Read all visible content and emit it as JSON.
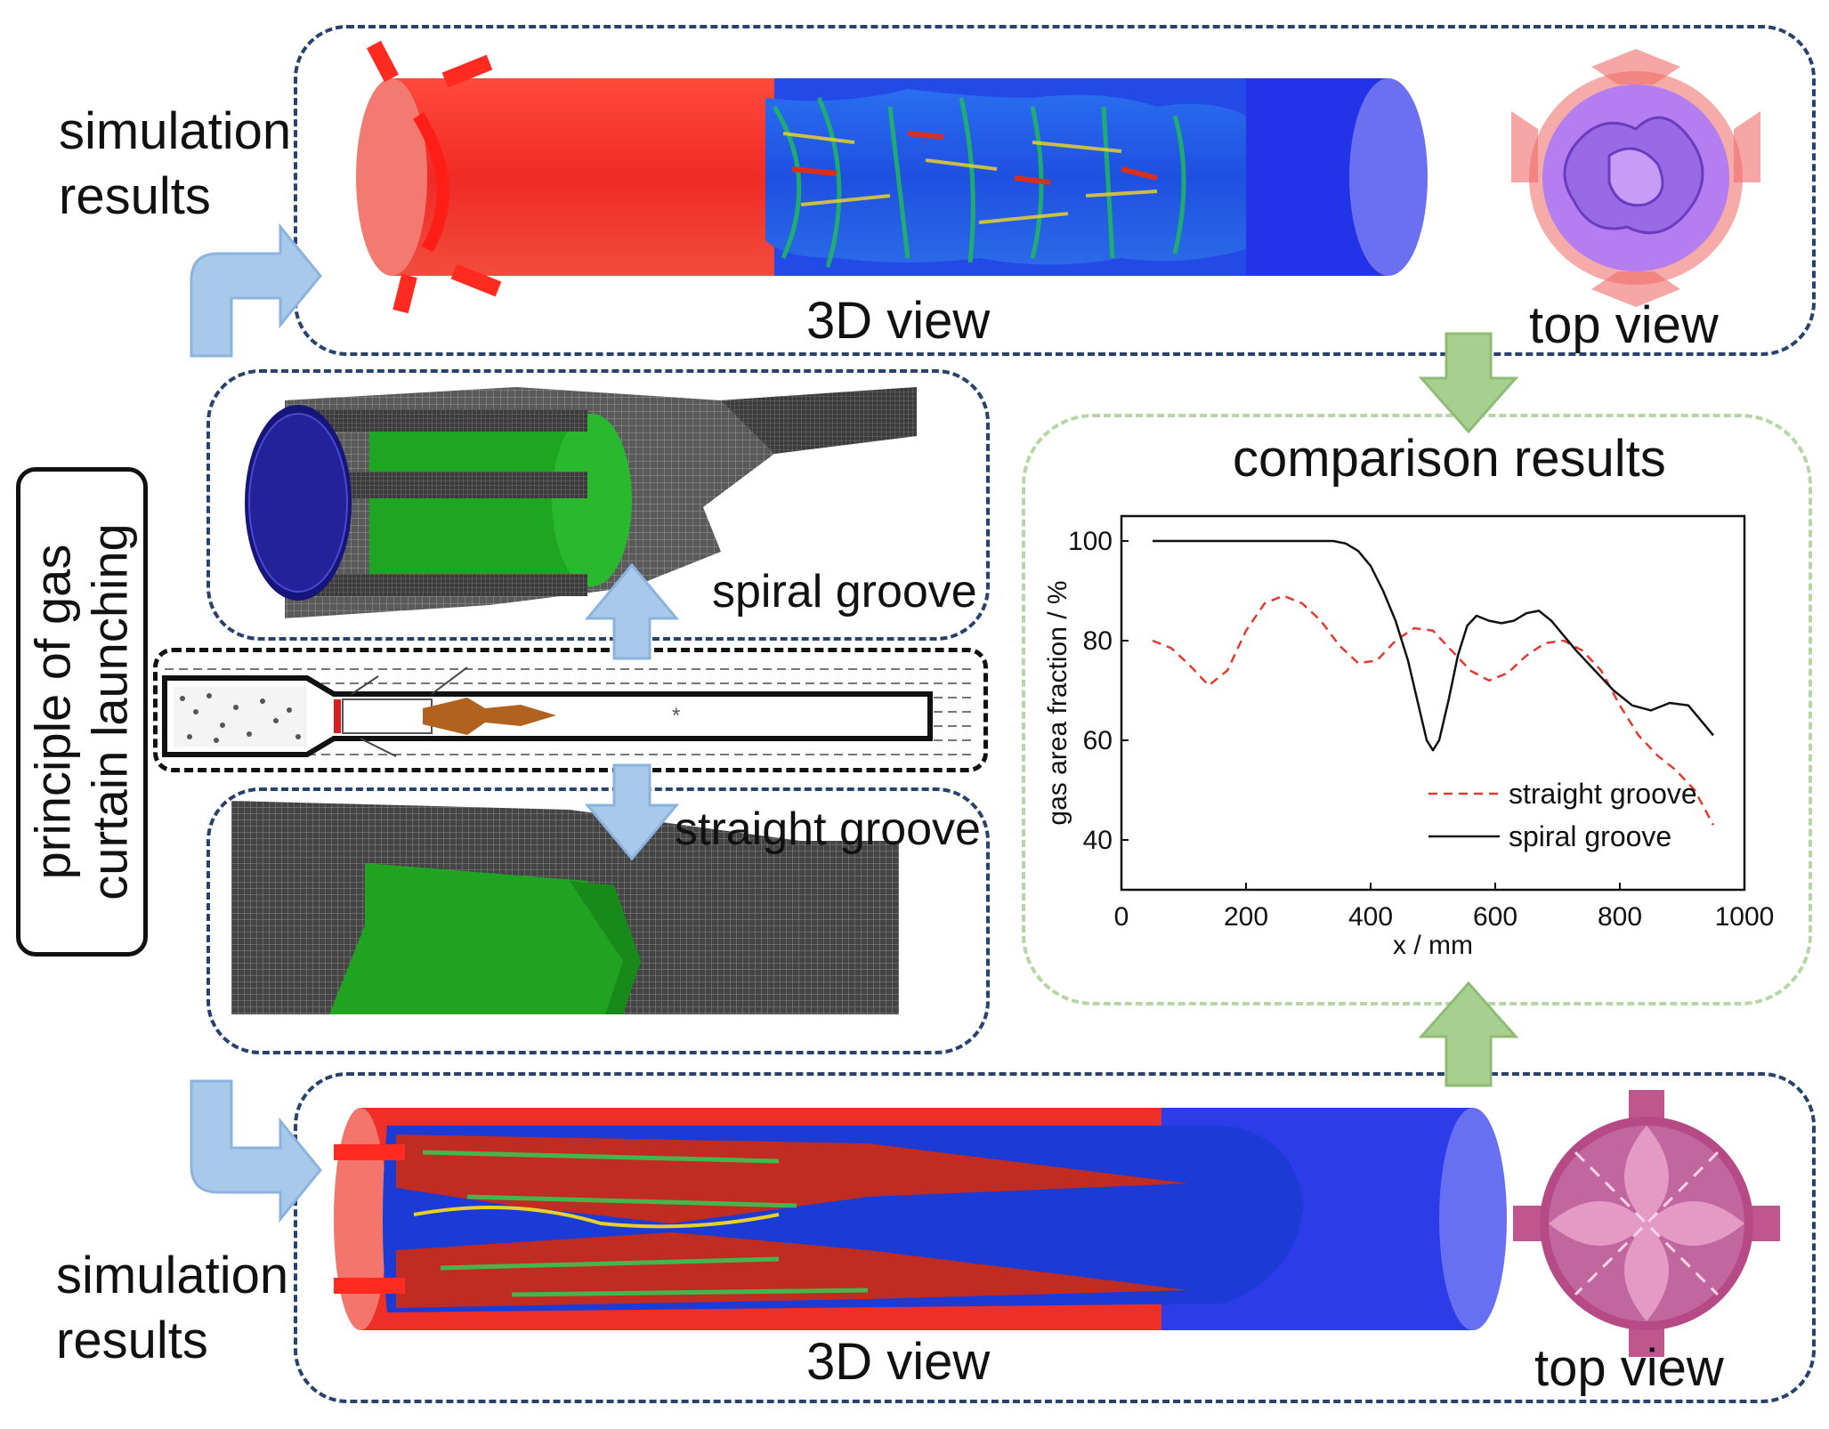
{
  "labels": {
    "simulation_results_top": "simulation\nresults",
    "simulation_results_bottom": "simulation\nresults",
    "view_3d_top": "3D view",
    "view_3d_bottom": "3D view",
    "top_view_top": "top view",
    "top_view_bottom": "top view",
    "spiral_groove": "spiral groove",
    "straight_groove": "straight groove",
    "principle": "principle of gas\ncurtain launching",
    "comparison": "comparison results"
  },
  "colors": {
    "panel_border": "#27426e",
    "green_panel_border": "#b6d7a4",
    "flow_arrow_blue": "#a9c9ea",
    "flow_arrow_green": "#a7cf8f",
    "gas_red": "#e8302c",
    "liquid_blue": "#1d3fd6",
    "mesh_green": "#1fa324",
    "mesh_grey": "#4a4a4a"
  },
  "chart_data": {
    "type": "line",
    "xlabel": "x / mm",
    "ylabel": "gas area fraction / %",
    "xlim": [
      0,
      1000
    ],
    "ylim": [
      30,
      105
    ],
    "xticks": [
      0,
      200,
      400,
      600,
      800,
      1000
    ],
    "yticks": [
      40,
      60,
      80,
      100
    ],
    "legend_position": "bottom-right",
    "series": [
      {
        "name": "straight groove",
        "style": "dashed",
        "color": "#e23a2f",
        "x": [
          50,
          80,
          110,
          140,
          170,
          200,
          230,
          260,
          290,
          320,
          350,
          380,
          410,
          440,
          470,
          500,
          530,
          560,
          590,
          620,
          650,
          680,
          710,
          740,
          770,
          800,
          830,
          860,
          890,
          920,
          950
        ],
        "y": [
          80,
          78.5,
          75,
          71,
          74,
          82,
          87.5,
          89,
          87.5,
          84,
          79,
          75.5,
          76,
          80,
          82.5,
          82,
          78,
          74,
          72,
          73.5,
          77,
          79.5,
          80,
          78,
          74,
          67,
          61,
          57,
          54,
          50,
          43
        ]
      },
      {
        "name": "spiral groove",
        "style": "solid",
        "color": "#111111",
        "x": [
          50,
          100,
          150,
          200,
          250,
          300,
          340,
          360,
          380,
          400,
          420,
          440,
          460,
          475,
          490,
          500,
          510,
          525,
          540,
          555,
          570,
          590,
          610,
          630,
          650,
          670,
          690,
          710,
          730,
          760,
          790,
          820,
          850,
          880,
          910,
          930,
          950
        ],
        "y": [
          100,
          100,
          100,
          100,
          100,
          100,
          100,
          99.5,
          98,
          95,
          90,
          84,
          76,
          68,
          60,
          58,
          60,
          68,
          77,
          83,
          85,
          84,
          83.5,
          84,
          85.5,
          86,
          84,
          81,
          78,
          74,
          70,
          67,
          66,
          67.5,
          67,
          64,
          61
        ]
      }
    ]
  }
}
